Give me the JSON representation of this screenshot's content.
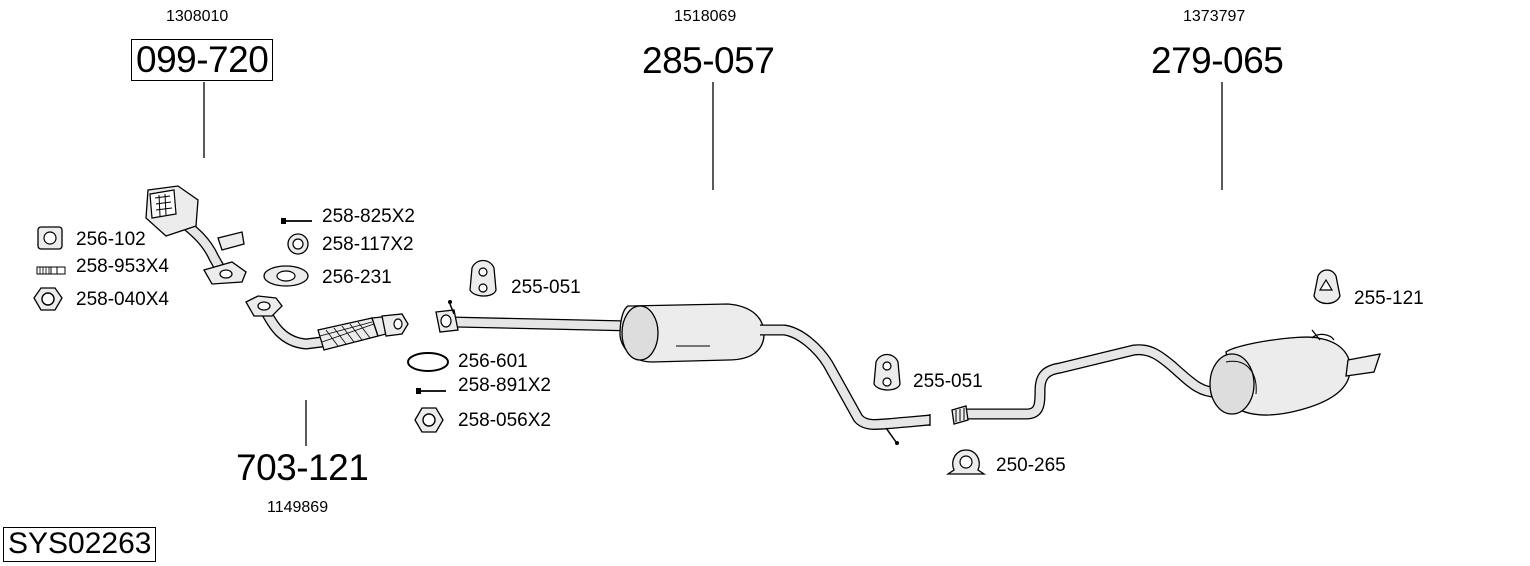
{
  "assemblies": [
    {
      "ref": "1308010",
      "part": "099-720"
    },
    {
      "ref": "1518069",
      "part": "285-057"
    },
    {
      "ref": "1373797",
      "part": "279-065"
    },
    {
      "ref": "1149869",
      "part": "703-121"
    }
  ],
  "small_parts": {
    "p256_102": "256-102",
    "p258_953": "258-953X4",
    "p258_040": "258-040X4",
    "p258_825": "258-825X2",
    "p258_117": "258-117X2",
    "p256_231": "256-231",
    "p255_051_a": "255-051",
    "p256_601": "256-601",
    "p258_891": "258-891X2",
    "p258_056": "258-056X2",
    "p255_051_b": "255-051",
    "p250_265": "250-265",
    "p255_121": "255-121"
  },
  "system_code": "SYS02263",
  "colors": {
    "line": "#000000",
    "part_fill": "#ececec",
    "background": "#ffffff"
  }
}
